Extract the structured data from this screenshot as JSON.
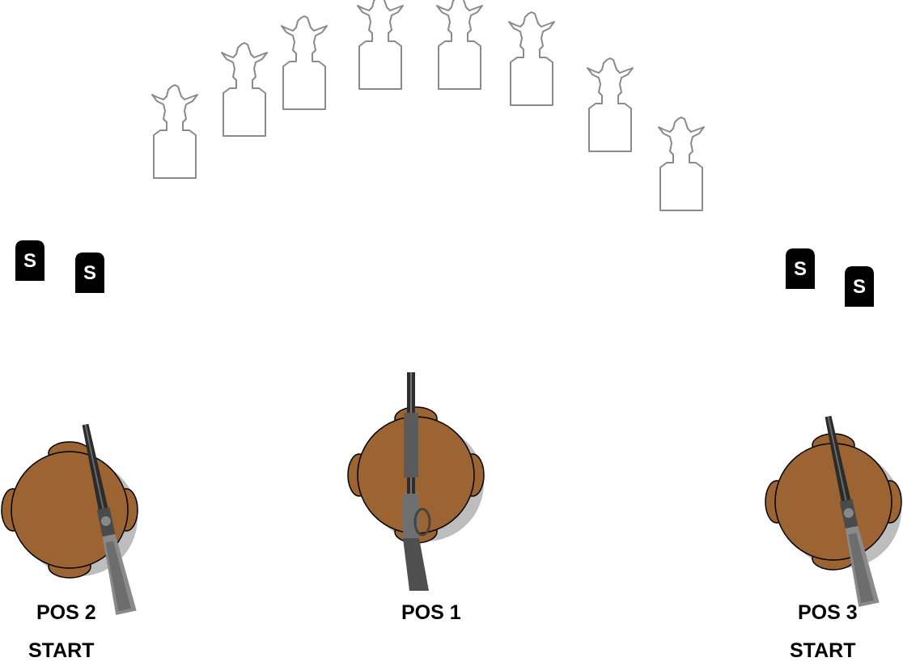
{
  "stage": {
    "targets": {
      "icon": "cowboy-silhouette-target",
      "count": 8
    },
    "shotgun_targets": {
      "icon": "tombstone-s-target",
      "letter": "S",
      "count": 4
    },
    "tables": {
      "icon": "round-table",
      "count": 3
    },
    "positions": [
      {
        "id": "pos2",
        "name": "POS 2",
        "note": "START",
        "gun": "shotgun"
      },
      {
        "id": "pos1",
        "name": "POS 1",
        "note": "",
        "gun": "rifle"
      },
      {
        "id": "pos3",
        "name": "POS 3",
        "note": "START",
        "gun": "shotgun"
      }
    ]
  },
  "colors": {
    "table_fill": "#9b6432",
    "table_shadow": "#bdbdbd",
    "tombstone": "#000000",
    "target_outline": "#8a8a8a"
  }
}
